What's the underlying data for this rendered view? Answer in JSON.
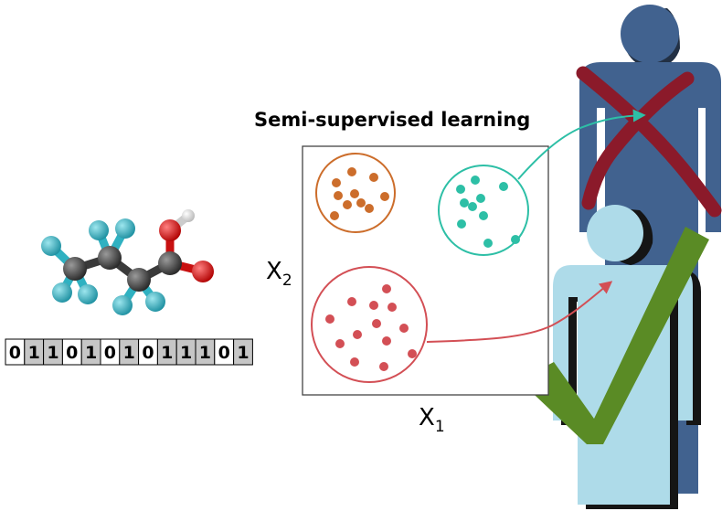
{
  "title": "Semi-supervised learning",
  "axes": {
    "x_label": "X",
    "x_subscript": "1",
    "y_label": "X",
    "y_subscript": "2"
  },
  "fingerprint": {
    "bits": [
      "0",
      "1",
      "1",
      "0",
      "1",
      "0",
      "1",
      "0",
      "1",
      "1",
      "1",
      "0",
      "1"
    ],
    "shaded": [
      false,
      true,
      true,
      false,
      true,
      false,
      true,
      false,
      true,
      true,
      true,
      false,
      true
    ]
  },
  "clusters": {
    "orange": {
      "color": "#cc6d2b"
    },
    "teal": {
      "color": "#2dbfa6"
    },
    "red": {
      "color": "#d34f55"
    }
  },
  "colors": {
    "figure_top": "#41628f",
    "figure_bottom": "#aedbe9",
    "cross": "#8b1a2a",
    "check": "#5a8b25",
    "carbon": "#3a3a3a",
    "fluorine": "#2fb1c1",
    "oxygen": "#e01010",
    "hydrogen": "#f2f2f2"
  },
  "icons": {
    "molecule": "molecule-icon",
    "person_top": "person-icon",
    "person_bottom": "person-icon",
    "cross": "cross-icon",
    "check": "checkmark-icon"
  }
}
